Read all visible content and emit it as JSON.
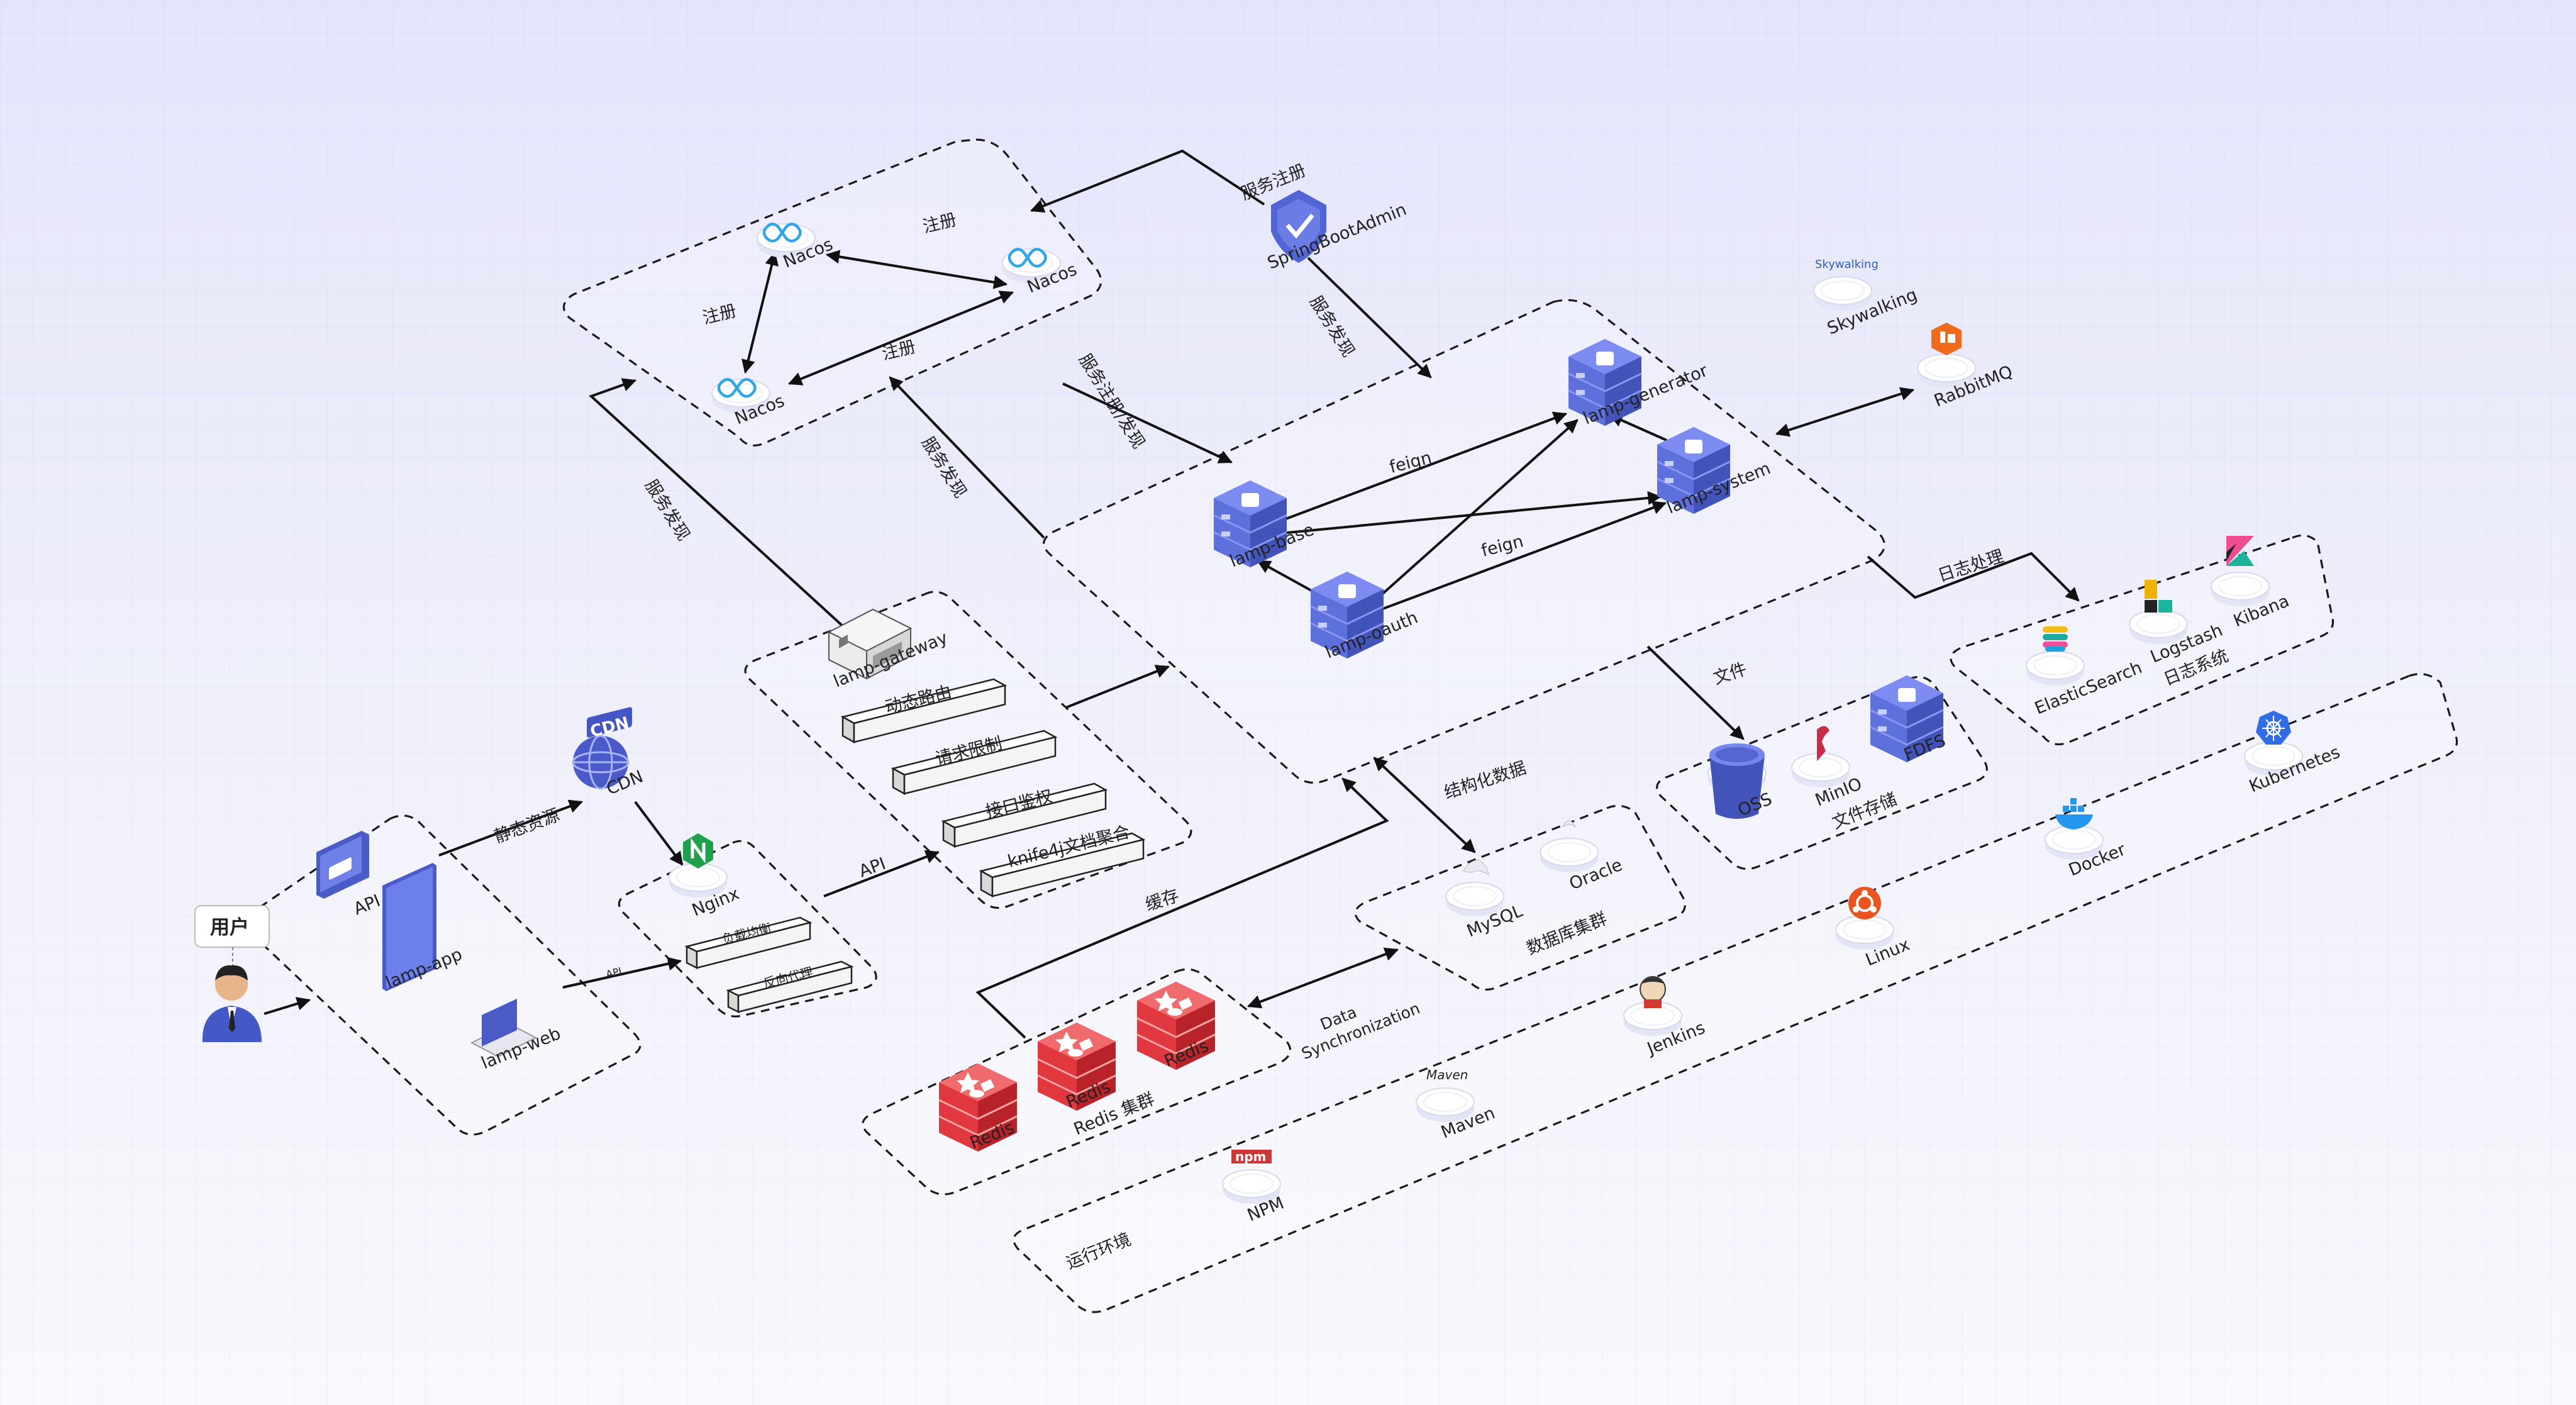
{
  "user": {
    "label": "用户"
  },
  "clients": {
    "api": "API",
    "app": "lamp-app",
    "web": "lamp-web"
  },
  "cdn": {
    "badge": "CDN",
    "name": "CDN"
  },
  "nginx": {
    "name": "Nginx",
    "features": [
      "负载均衡",
      "反向代理"
    ]
  },
  "gateway": {
    "name": "lamp-gateway",
    "features": [
      "动态路由",
      "请求限制",
      "接口鉴权",
      "knife4j文档聚合"
    ]
  },
  "registry": {
    "nodes": [
      "Nacos",
      "Nacos",
      "Nacos"
    ]
  },
  "admin": {
    "name": "SpringBootAdmin"
  },
  "services": [
    "lamp-base",
    "lamp-oauth",
    "lamp-generator",
    "lamp-system"
  ],
  "edge_labels": {
    "static": "静态资源",
    "api_small": "API",
    "api": "API",
    "reg1": "注册",
    "reg2": "注册",
    "reg3": "注册",
    "svc_register": "服务注册",
    "svc_discover": "服务发现",
    "svc_reg_disc": "服务注册/发现",
    "svc_discover2": "服务发现",
    "gw_discover": "服务发现",
    "feign1": "feign",
    "feign2": "feign",
    "cache": "缓存",
    "structured": "结构化数据",
    "file": "文件",
    "log": "日志处理",
    "sync": "Data Synchronization"
  },
  "monitor": {
    "skywalking_logo": "Skywalking",
    "skywalking": "Skywalking",
    "rabbitmq": "RabbitMQ"
  },
  "redis": {
    "nodes": [
      "Redis",
      "Redis",
      "Redis"
    ],
    "group": "Redis 集群"
  },
  "database": {
    "nodes": [
      "MySQL",
      "Oracle"
    ],
    "group": "数据库集群"
  },
  "storage": {
    "nodes": [
      "OSS",
      "MinIO",
      "FDFS"
    ],
    "group": "文件存储"
  },
  "logging": {
    "nodes": [
      "ElasticSearch",
      "Logstash",
      "Kibana"
    ],
    "group": "日志系统"
  },
  "runtime": {
    "group": "运行环境",
    "npm_logo": "npm",
    "maven_logo": "Maven",
    "nodes": [
      "NPM",
      "Maven",
      "Jenkins",
      "Linux",
      "Docker",
      "Kubernetes"
    ]
  },
  "colors": {
    "service": "#5c6fd6",
    "redis": "#e0383e",
    "background": "#ececfa",
    "disc": "#ffffff"
  }
}
